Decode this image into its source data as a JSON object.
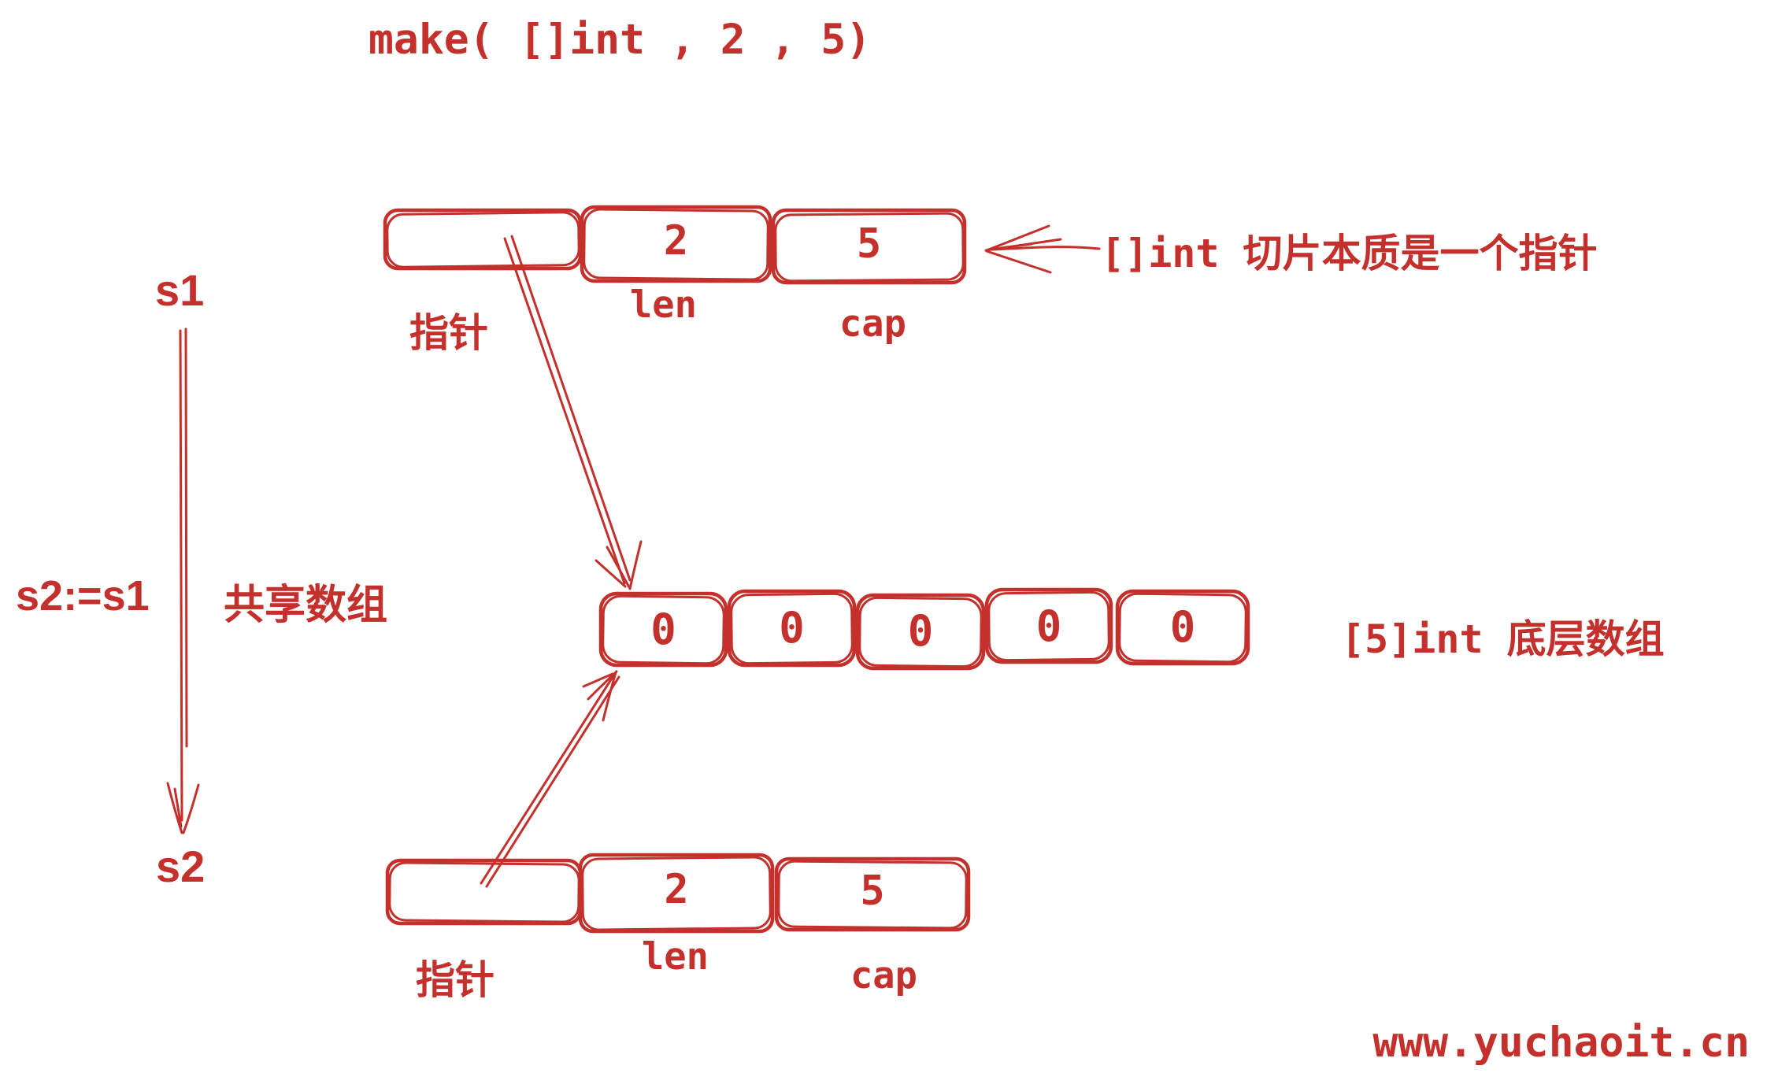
{
  "colors": {
    "ink": "#c4302b",
    "bg": "#ffffff"
  },
  "code_title": "make( []int , 2 , 5)",
  "s1": {
    "name": "s1",
    "pointer_label": "指针",
    "len_label": "len",
    "cap_label": "cap",
    "len": "2",
    "cap": "5"
  },
  "s2": {
    "name": "s2",
    "pointer_label": "指针",
    "len_label": "len",
    "cap_label": "cap",
    "len": "2",
    "cap": "5"
  },
  "assignment": {
    "code": "s2:=s1",
    "note": "共享数组"
  },
  "underlying_array": {
    "values": [
      "0",
      "0",
      "0",
      "0",
      "0"
    ],
    "type_code": "[5]int",
    "label": "底层数组"
  },
  "slice_note": {
    "type_code": "[]int",
    "label": "切片本质是一个指针"
  },
  "watermark": "www.yuchaoit.cn"
}
